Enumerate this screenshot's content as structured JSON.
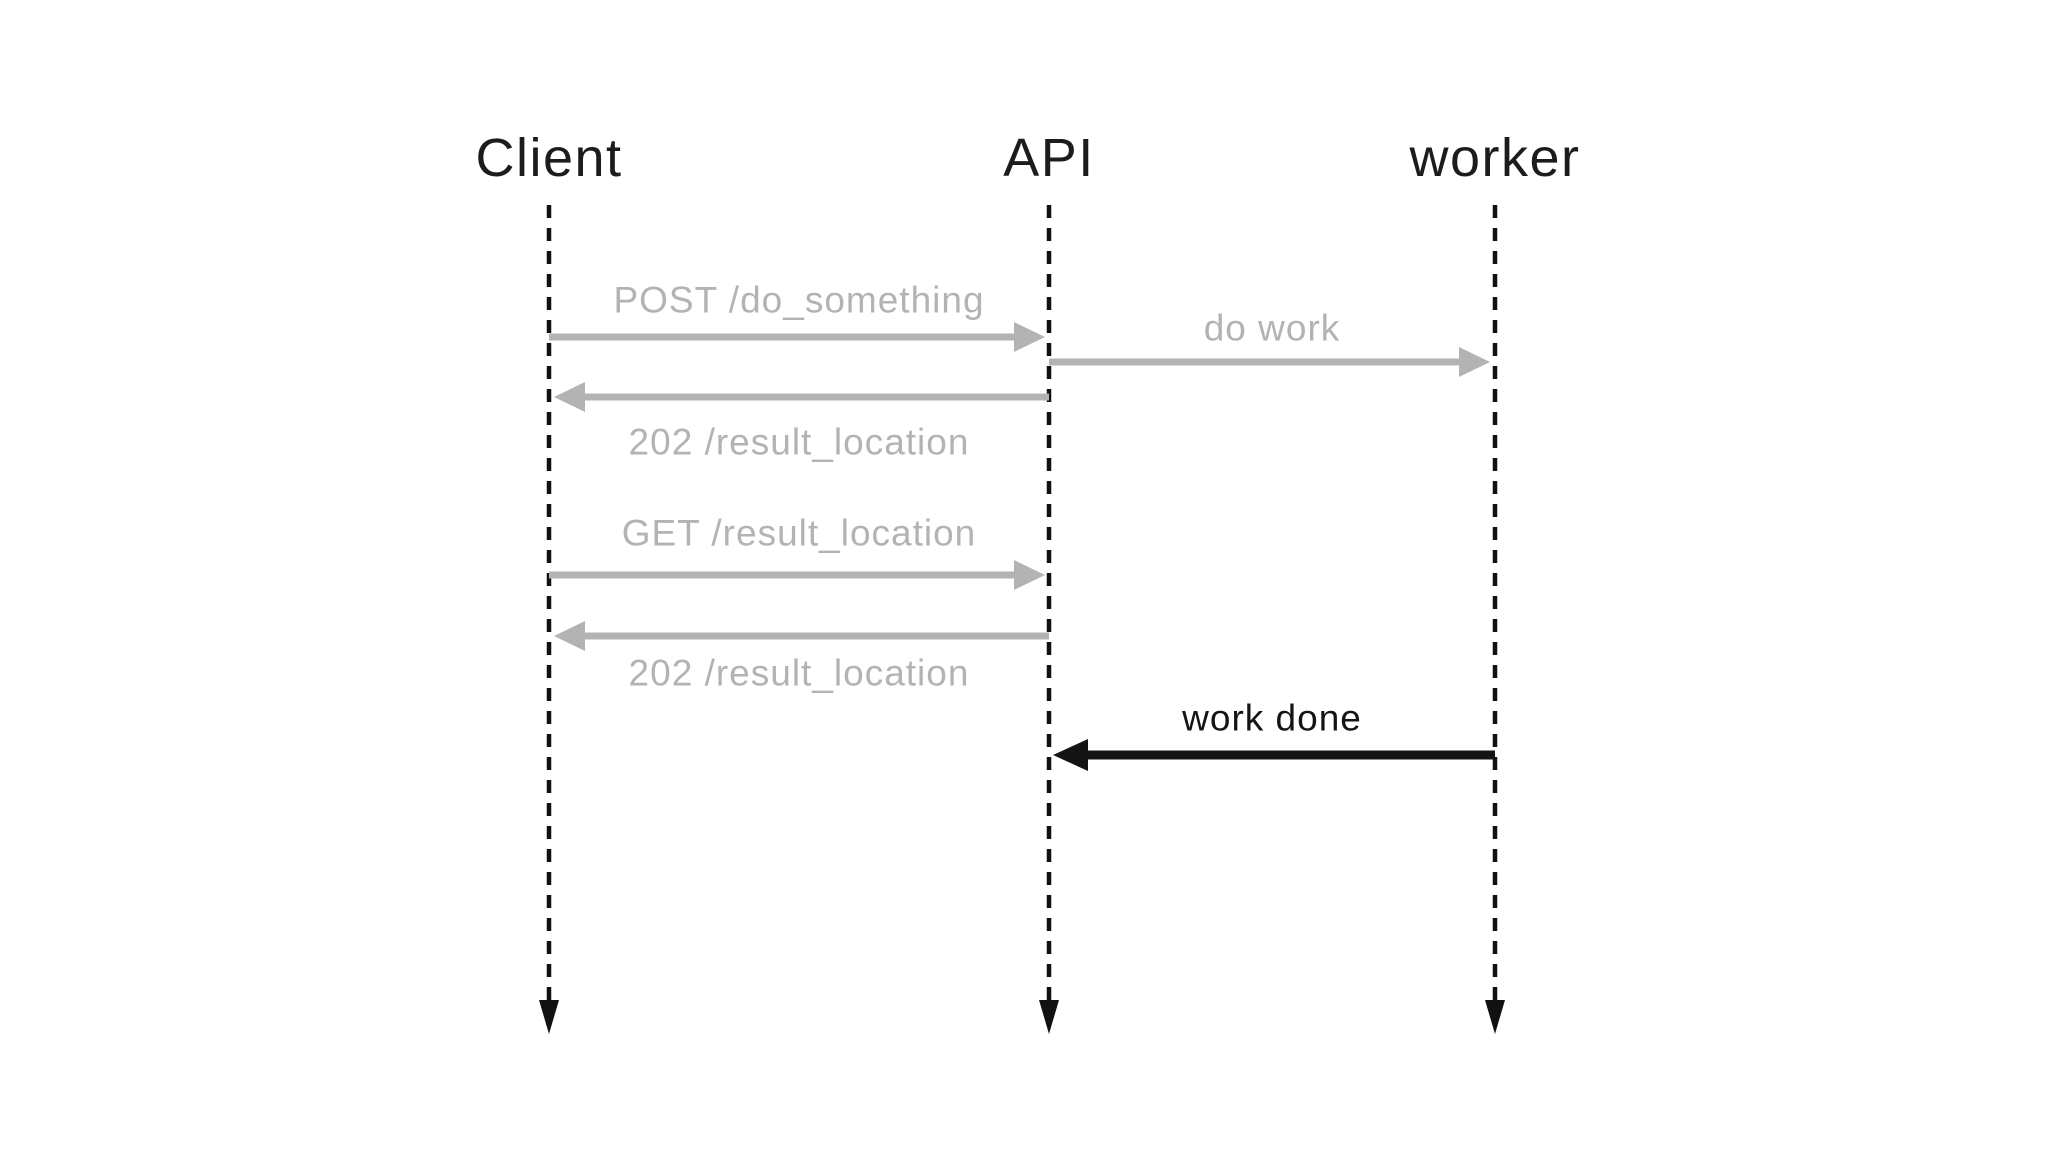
{
  "diagram": {
    "type": "sequence-diagram",
    "background_color": "#ffffff",
    "colors": {
      "muted_gray": "#b3b3b3",
      "active_black": "#141414",
      "lifeline_black": "#111111"
    },
    "actors": [
      {
        "id": "client",
        "name": "Client"
      },
      {
        "id": "api",
        "name": "API"
      },
      {
        "id": "worker",
        "name": "worker"
      }
    ],
    "messages": [
      {
        "label": "POST /do_something",
        "from": "Client",
        "to": "API",
        "style": "muted",
        "label_position": "above"
      },
      {
        "label": "do work",
        "from": "API",
        "to": "worker",
        "style": "muted",
        "label_position": "above"
      },
      {
        "label": "202 /result_location",
        "from": "API",
        "to": "Client",
        "style": "muted",
        "label_position": "below"
      },
      {
        "label": "GET /result_location",
        "from": "Client",
        "to": "API",
        "style": "muted",
        "label_position": "above"
      },
      {
        "label": "202 /result_location",
        "from": "API",
        "to": "Client",
        "style": "muted",
        "label_position": "below"
      },
      {
        "label": "work done",
        "from": "worker",
        "to": "API",
        "style": "active",
        "label_position": "above"
      }
    ]
  }
}
